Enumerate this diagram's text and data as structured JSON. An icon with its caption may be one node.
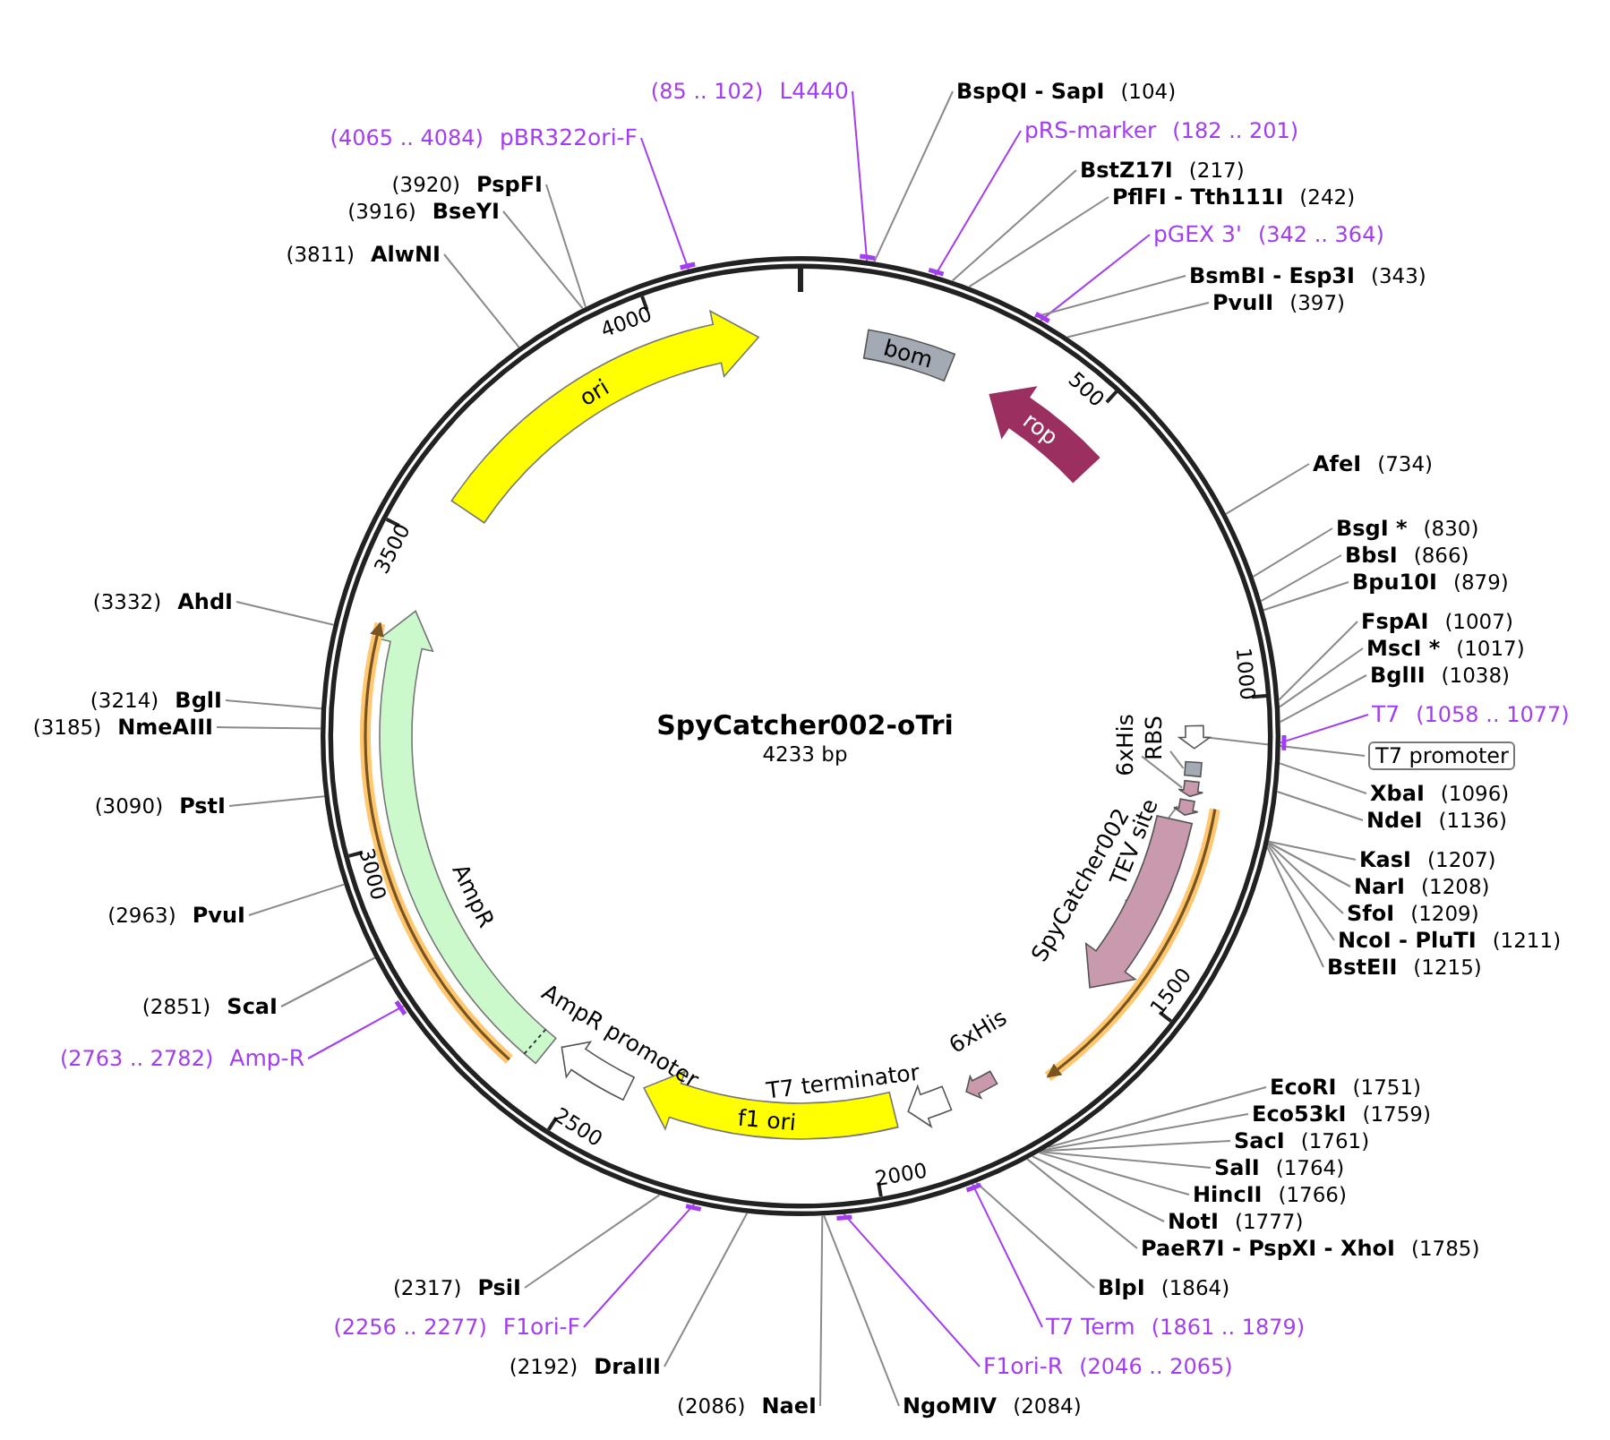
{
  "diagram": {
    "title": "SpyCatcher002-oTri",
    "nodes": [
      {
        "text": [],
        "shape": "circle"
      },
      {
        "text": [
          "(85 .. 102)",
          "L4440"
        ]
      },
      {
        "text": [
          "BspQI - SapI",
          "(104)"
        ]
      },
      {
        "text": [
          "pRS-marker",
          "(182 .. 201)"
        ]
      },
      {
        "text": [
          "BstZ17I",
          "(217)"
        ]
      },
      {
        "text": [
          "PflFI - Tth111I",
          "(242)"
        ]
      },
      {
        "text": [
          "pGEX 3'",
          "(342 .. 364)"
        ]
      },
      {
        "text": [
          "BsmBI - Esp3I",
          "(343)"
        ]
      },
      {
        "text": [
          "PvuII",
          "(397)"
        ]
      },
      {
        "text": [
          "AfeI",
          "(734)"
        ]
      },
      {
        "text": [
          "BsgI *",
          "(830)"
        ]
      },
      {
        "text": [
          "BbsI",
          "(866)"
        ]
      },
      {
        "text": [
          "Bpu10I",
          "(879)"
        ]
      },
      {
        "text": [
          "FspAI",
          "(1007)"
        ]
      },
      {
        "text": [
          "MscI *",
          "(1017)"
        ]
      },
      {
        "text": [
          "BglII",
          "(1038)"
        ]
      },
      {
        "text": [
          "T7",
          "(1058 .. 1077)"
        ]
      },
      {
        "text": [
          "T7 promoter"
        ]
      },
      {
        "text": [
          "XbaI",
          "(1096)"
        ]
      },
      {
        "text": [
          "NdeI",
          "(1136)"
        ]
      },
      {
        "text": [
          "KasI",
          "(1207)"
        ]
      },
      {
        "text": [
          "NarI",
          "(1208)"
        ]
      },
      {
        "text": [
          "SfoI",
          "(1209)"
        ]
      },
      {
        "text": [
          "NcoI - PluTI",
          "(1211)"
        ]
      },
      {
        "text": [
          "BstEII",
          "(1215)"
        ]
      },
      {
        "text": [
          "EcoRI",
          "(1751)"
        ]
      },
      {
        "text": [
          "Eco53kI",
          "(1759)"
        ]
      },
      {
        "text": [
          "SacI",
          "(1761)"
        ]
      },
      {
        "text": [
          "SalI",
          "(1764)"
        ]
      },
      {
        "text": [
          "HincII",
          "(1766)"
        ]
      },
      {
        "text": [
          "NotI",
          "(1777)"
        ]
      },
      {
        "text": [
          "PaeR7I - PspXI - XhoI",
          "(1785)"
        ]
      },
      {
        "text": [
          "BlpI",
          "(1864)"
        ]
      },
      {
        "text": [
          "T7 Term",
          "(1861 .. 1879)"
        ]
      },
      {
        "text": [
          "F1ori-R",
          "(2046 .. 2065)"
        ]
      },
      {
        "text": [
          "NgoMIV",
          "(2084)"
        ]
      },
      {
        "text": [
          "(2086)",
          "NaeI"
        ]
      },
      {
        "text": [
          "(2192)",
          "DraIII"
        ]
      },
      {
        "text": [
          "(2256 .. 2277)",
          "F1ori-F"
        ]
      },
      {
        "text": [
          "(2317)",
          "PsiI"
        ]
      },
      {
        "text": [
          "(2763 .. 2782)",
          "Amp-R"
        ]
      },
      {
        "text": [
          "(2851)",
          "ScaI"
        ]
      },
      {
        "text": [
          "(2963)",
          "PvuI"
        ]
      },
      {
        "text": [
          "(3090)",
          "PstI"
        ]
      },
      {
        "text": [
          "(3185)",
          "NmeAIII"
        ]
      },
      {
        "text": [
          "(3214)",
          "BglI"
        ]
      },
      {
        "text": [
          "(3332)",
          "AhdI"
        ]
      },
      {
        "text": [
          "(3811)",
          "AlwNI"
        ]
      },
      {
        "text": [
          "(3916)",
          "BseYI"
        ]
      },
      {
        "text": [
          "(3920)",
          "PspFI"
        ]
      },
      {
        "text": [
          "(4065 .. 4084)",
          "pBR322ori-F"
        ]
      },
      {
        "text": [
          "ori"
        ],
        "in": 0
      },
      {
        "text": [
          "bom"
        ],
        "in": 0
      },
      {
        "text": [
          "rop"
        ],
        "in": 0
      },
      {
        "text": [],
        "shape": "arrow",
        "in": 0
      },
      {
        "text": [
          "RBS"
        ],
        "in": 0
      },
      {
        "text": [],
        "shape": "box",
        "in": 0
      },
      {
        "text": [
          "6xHis"
        ],
        "in": 0
      },
      {
        "text": [],
        "shape": "arrow",
        "in": 0
      },
      {
        "text": [
          "TEV site"
        ],
        "in": 0
      },
      {
        "text": [],
        "shape": "arrow",
        "in": 0
      },
      {
        "text": [
          "SpyCatcher002"
        ],
        "in": 0
      },
      {
        "text": [],
        "shape": "arrow",
        "in": 0
      },
      {
        "text": [
          "6xHis"
        ],
        "in": 0
      },
      {
        "text": [
          "T7 terminator"
        ],
        "in": 0
      },
      {
        "text": [
          "f1 ori"
        ],
        "in": 0
      },
      {
        "text": [
          "AmpR promoter"
        ],
        "in": 0
      },
      {
        "text": [
          "AmpR"
        ],
        "in": 0
      }
    ],
    "edges": [
      {
        "from": 1,
        "to": 0,
        "arrow": "none",
        "color": "#a33df0"
      },
      {
        "from": 2,
        "to": 0,
        "arrow": "none"
      },
      {
        "from": 3,
        "to": 0,
        "arrow": "none",
        "color": "#a33df0"
      },
      {
        "from": 4,
        "to": 0,
        "arrow": "none"
      },
      {
        "from": 5,
        "to": 0,
        "arrow": "none"
      },
      {
        "from": 6,
        "to": 0,
        "arrow": "none",
        "color": "#a33df0"
      },
      {
        "from": 7,
        "to": 0,
        "arrow": "none"
      },
      {
        "from": 8,
        "to": 0,
        "arrow": "none"
      },
      {
        "from": 9,
        "to": 0,
        "arrow": "none"
      },
      {
        "from": 10,
        "to": 0,
        "arrow": "none"
      },
      {
        "from": 11,
        "to": 0,
        "arrow": "none"
      },
      {
        "from": 12,
        "to": 0,
        "arrow": "none"
      },
      {
        "from": 13,
        "to": 0,
        "arrow": "none"
      },
      {
        "from": 14,
        "to": 0,
        "arrow": "none"
      },
      {
        "from": 15,
        "to": 0,
        "arrow": "none"
      },
      {
        "from": 16,
        "to": 0,
        "arrow": "none",
        "color": "#a33df0"
      },
      {
        "from": 17,
        "to": 54,
        "arrow": "none"
      },
      {
        "from": 18,
        "to": 0,
        "arrow": "none"
      },
      {
        "from": 19,
        "to": 0,
        "arrow": "none"
      },
      {
        "from": 20,
        "to": 0,
        "arrow": "none"
      },
      {
        "from": 21,
        "to": 0,
        "arrow": "none"
      },
      {
        "from": 22,
        "to": 0,
        "arrow": "none"
      },
      {
        "from": 23,
        "to": 0,
        "arrow": "none"
      },
      {
        "from": 24,
        "to": 0,
        "arrow": "none"
      },
      {
        "from": 25,
        "to": 0,
        "arrow": "none"
      },
      {
        "from": 26,
        "to": 0,
        "arrow": "none"
      },
      {
        "from": 27,
        "to": 0,
        "arrow": "none"
      },
      {
        "from": 28,
        "to": 0,
        "arrow": "none"
      },
      {
        "from": 29,
        "to": 0,
        "arrow": "none"
      },
      {
        "from": 30,
        "to": 0,
        "arrow": "none"
      },
      {
        "from": 31,
        "to": 0,
        "arrow": "none"
      },
      {
        "from": 32,
        "to": 0,
        "arrow": "none"
      },
      {
        "from": 33,
        "to": 0,
        "arrow": "none",
        "color": "#a33df0"
      },
      {
        "from": 34,
        "to": 0,
        "arrow": "none",
        "color": "#a33df0"
      },
      {
        "from": 35,
        "to": 0,
        "arrow": "none"
      },
      {
        "from": 36,
        "to": 0,
        "arrow": "none"
      },
      {
        "from": 37,
        "to": 0,
        "arrow": "none"
      },
      {
        "from": 38,
        "to": 0,
        "arrow": "none",
        "color": "#a33df0"
      },
      {
        "from": 39,
        "to": 0,
        "arrow": "none"
      },
      {
        "from": 40,
        "to": 0,
        "arrow": "none",
        "color": "#a33df0"
      },
      {
        "from": 41,
        "to": 0,
        "arrow": "none"
      },
      {
        "from": 42,
        "to": 0,
        "arrow": "none"
      },
      {
        "from": 43,
        "to": 0,
        "arrow": "none"
      },
      {
        "from": 44,
        "to": 0,
        "arrow": "none"
      },
      {
        "from": 45,
        "to": 0,
        "arrow": "none"
      },
      {
        "from": 46,
        "to": 0,
        "arrow": "none"
      },
      {
        "from": 47,
        "to": 0,
        "arrow": "none"
      },
      {
        "from": 48,
        "to": 0,
        "arrow": "none"
      },
      {
        "from": 49,
        "to": 0,
        "arrow": "none"
      },
      {
        "from": 50,
        "to": 0,
        "arrow": "none",
        "color": "#a33df0"
      },
      {
        "from": 55,
        "to": 56,
        "arrow": "none"
      },
      {
        "from": 57,
        "to": 58,
        "arrow": "none"
      },
      {
        "from": 59,
        "to": 60,
        "arrow": "none"
      },
      {
        "from": 61,
        "to": 62,
        "arrow": "none"
      }
    ],
    "labels": [
      "4233 bp",
      "500",
      "1000",
      "1500",
      "2000",
      "2500",
      "3000",
      "3500",
      "4000"
    ]
  }
}
